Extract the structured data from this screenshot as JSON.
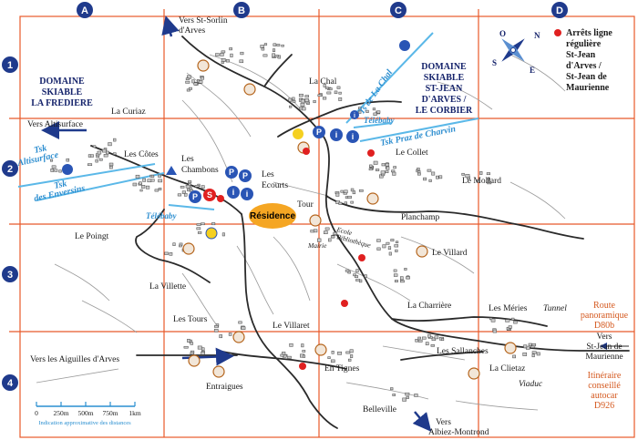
{
  "grid": {
    "columns": [
      "A",
      "B",
      "C",
      "D"
    ],
    "rows": [
      "1",
      "2",
      "3",
      "4"
    ],
    "line_color": "#e8592a",
    "badge_color": "#1f3a8c"
  },
  "legend": {
    "line1": "Arrêts ligne",
    "line2": "régulière",
    "line3": "St-Jean",
    "line4": "d'Arves /",
    "line5": "St-Jean de",
    "line6": "Maurienne",
    "dot_color": "#e02020"
  },
  "compass": {
    "n": "N",
    "s": "S",
    "e": "E",
    "o": "O"
  },
  "domains": {
    "fredieres": {
      "l1": "DOMAINE",
      "l2": "SKIABLE",
      "l3": "LA FREDIERE"
    },
    "corbier": {
      "l1": "DOMAINE",
      "l2": "SKIABLE",
      "l3": "ST-JEAN",
      "l4": "D'ARVES /",
      "l5": "LE CORBIER"
    }
  },
  "directions": {
    "st_sorlin_1": "Vers St-Sorlin",
    "st_sorlin_2": "d'Arves",
    "altisurface": "Vers Altisurface",
    "aiguilles": "Vers les Aiguilles d'Arves",
    "albiez_1": "Vers",
    "albiez_2": "Albiez-Montrond",
    "maurienne_1": "Vers",
    "maurienne_2": "St-Jean de",
    "maurienne_3": "Maurienne"
  },
  "places": {
    "la_curiaz": "La Curiaz",
    "les_cotes": "Les Côtes",
    "les_chambons_1": "Les",
    "les_chambons_2": "Chambons",
    "les_ecourts_1": "Les",
    "les_ecourts_2": "Ecourts",
    "la_chal": "La Chal",
    "le_collet": "Le Collet",
    "le_mollard": "Le Mollard",
    "tour": "Tour",
    "planchamp": "Planchamp",
    "le_poingt": "Le Poingt",
    "le_villard": "Le Villard",
    "la_villette": "La Villette",
    "la_charriere": "La Charrière",
    "les_meries": "Les Méries",
    "les_tours": "Les Tours",
    "le_villaret": "Le Villaret",
    "les_sallanches": "Les Sallanches",
    "la_clietaz": "La Clietaz",
    "en_tignes": "En Tignes",
    "entraigues": "Entraigues",
    "belleville": "Belleville"
  },
  "lifts": {
    "la_chal": "Ts de La Chal",
    "telebaby_top": "Télébaby",
    "praz_charvin": "Tsk Praz de Charvin",
    "altisurface_1": "Tsk",
    "altisurface_2": "Altisurface",
    "enversins_1": "Tsk",
    "enversins_2": "des Enversins",
    "telebaby_left": "Télébaby"
  },
  "poi": {
    "residence": "Résidence",
    "ecole_1": "Ecole",
    "ecole_2": "Bibliothèque",
    "mairie": "Mairie",
    "tunnel": "Tunnel",
    "viaduc": "Viaduc"
  },
  "routes": {
    "panoramique_1": "Route",
    "panoramique_2": "panoramique",
    "panoramique_3": "D80b",
    "itineraire_1": "Itinéraire",
    "itineraire_2": "conseillé",
    "itineraire_3": "autocar",
    "itineraire_4": "D926"
  },
  "scale": {
    "ticks": [
      "0",
      "250m",
      "500m",
      "750m",
      "1km"
    ],
    "caption": "Indication approximative des distances"
  },
  "colors": {
    "residence": "#f5a623",
    "lift": "#5bb8e8",
    "road": "#2a2a2a",
    "parking": "#2a55b5",
    "stop": "#e02020"
  }
}
